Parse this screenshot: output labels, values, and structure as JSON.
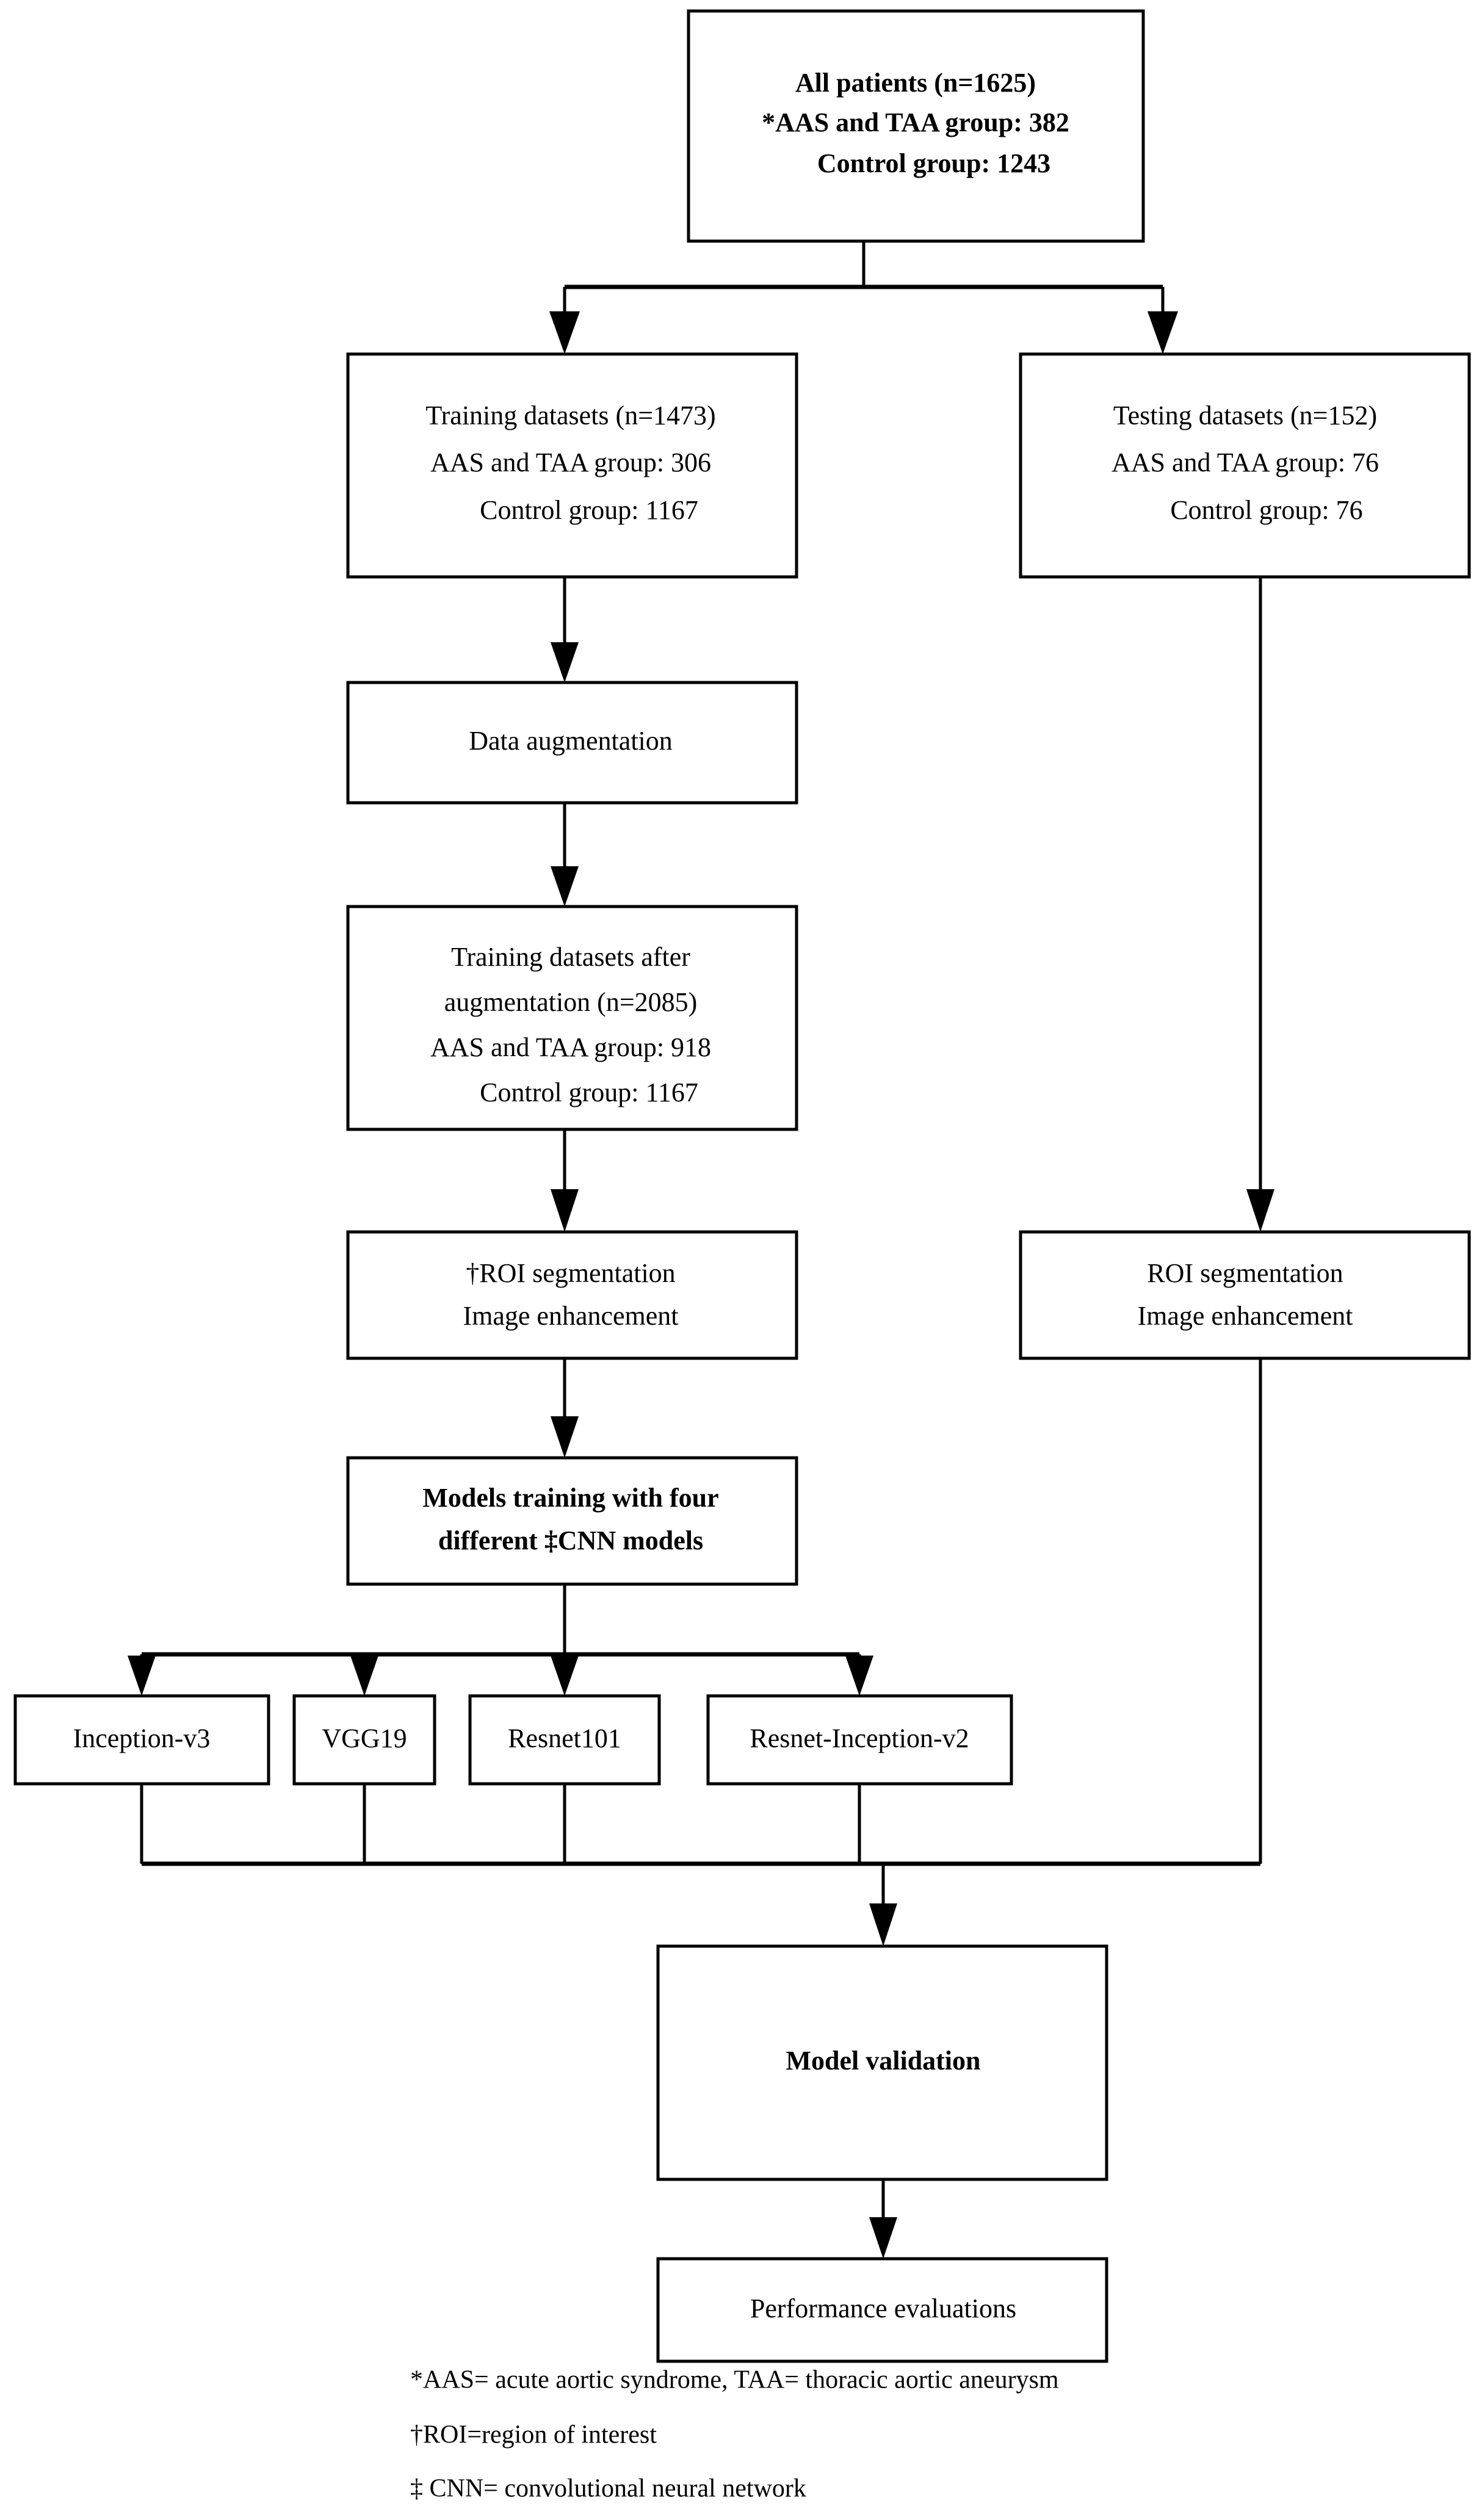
{
  "figure": {
    "type": "flowchart",
    "title": "Study workflow for AAS and TAA deep-learning model development"
  },
  "nodes": {
    "all_patients": {
      "lines": [
        "All patients (n=1625)",
        "*AAS and TAA group: 382",
        "Control group: 1243"
      ],
      "bold": true
    },
    "training_datasets": {
      "lines": [
        "Training datasets (n=1473)",
        "AAS and TAA group: 306",
        "Control group: 1167"
      ],
      "bold": false
    },
    "testing_datasets": {
      "lines": [
        "Testing datasets (n=152)",
        "AAS and TAA group: 76",
        "Control group: 76"
      ],
      "bold": false
    },
    "data_augmentation": {
      "lines": [
        "Data augmentation"
      ],
      "bold": false
    },
    "training_after_augmentation": {
      "lines": [
        "Training datasets  after",
        "augmentation (n=2085)",
        "AAS and TAA group: 918",
        "Control group: 1167"
      ],
      "bold": false
    },
    "roi_segmentation_train": {
      "lines": [
        "†ROI segmentation",
        "Image enhancement"
      ],
      "bold": false
    },
    "roi_segmentation_test": {
      "lines": [
        "ROI segmentation",
        "Image enhancement"
      ],
      "bold": false
    },
    "models_training": {
      "lines": [
        "Models training with four",
        "different ‡CNN models"
      ],
      "bold": true
    },
    "model_inception_v3": {
      "lines": [
        "Inception-v3"
      ],
      "bold": false
    },
    "model_vgg19": {
      "lines": [
        "VGG19"
      ],
      "bold": false
    },
    "model_resnet101": {
      "lines": [
        "Resnet101"
      ],
      "bold": false
    },
    "model_resnet_inception_v2": {
      "lines": [
        "Resnet-Inception-v2"
      ],
      "bold": false
    },
    "model_validation": {
      "lines": [
        "Model validation"
      ],
      "bold": true
    },
    "performance_evaluations": {
      "lines": [
        "Performance evaluations"
      ],
      "bold": false
    }
  },
  "footnotes": [
    "*AAS= acute aortic syndrome, TAA= thoracic aortic aneurysm",
    "†ROI=region of interest",
    "‡ CNN= convolutional neural network"
  ],
  "colors": {
    "background": "#ffffff",
    "stroke": "#000000",
    "text": "#000000"
  }
}
